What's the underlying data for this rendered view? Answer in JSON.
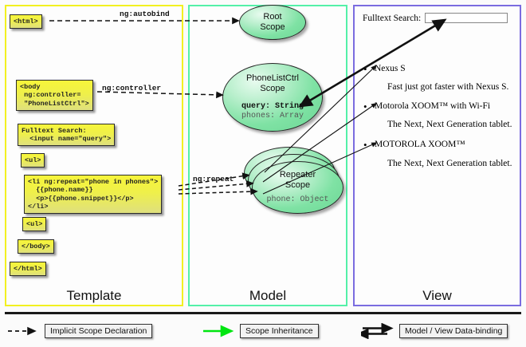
{
  "columns": [
    {
      "key": "template",
      "label": "Template",
      "color": "#f2f020"
    },
    {
      "key": "model",
      "label": "Model",
      "color": "#54f0a8"
    },
    {
      "key": "view",
      "label": "View",
      "color": "#7a6ce0"
    }
  ],
  "template": {
    "boxes": [
      {
        "name": "html-open",
        "text": "<html>"
      },
      {
        "name": "body-open",
        "text": "<body\n ng:controller=\n \"PhoneListCtrl\">"
      },
      {
        "name": "fulltext-search",
        "text": "Fulltext Search:\n  <input name=\"query\">"
      },
      {
        "name": "ul-open",
        "text": "<ul>"
      },
      {
        "name": "li-repeat",
        "text": "<li ng:repeat=\"phone in phones\">\n  {{phone.name}}\n  <p>{{phone.snippet}}</p>\n</li>"
      },
      {
        "name": "ul-close",
        "text": "<ul>"
      },
      {
        "name": "body-close",
        "text": "</body>"
      },
      {
        "name": "html-close",
        "text": "</html>"
      }
    ]
  },
  "model": {
    "root_scope": {
      "title_line1": "Root",
      "title_line2": "Scope"
    },
    "phonelistctrl_scope": {
      "title_line1": "PhoneListCtrl",
      "title_line2": "Scope",
      "prop_query": "query: String",
      "prop_phones": "phones: Array"
    },
    "repeater_scope": {
      "title_line1": "Repeater",
      "title_line2": "Scope",
      "prop_phone": "phone: Object"
    }
  },
  "view": {
    "search_label": "Fulltext Search:",
    "search_value": "",
    "search_placeholder": "",
    "items": [
      {
        "name": "Nexus S",
        "desc": "Fast just got faster with Nexus S."
      },
      {
        "name": "Motorola XOOM™  with Wi-Fi",
        "desc": "The Next, Next Generation tablet."
      },
      {
        "name": "MOTOROLA XOOM™",
        "desc": "The Next, Next Generation tablet."
      }
    ],
    "bullet": "•"
  },
  "edge_labels": {
    "autobind": "ng:autobind",
    "controller": "ng:controller",
    "repeat": "ng:repeat"
  },
  "legend": [
    {
      "name": "implicit-scope-declaration",
      "label": "Implicit Scope Declaration",
      "style": "dashed-arrow",
      "color": "#111111"
    },
    {
      "name": "scope-inheritance",
      "label": "Scope Inheritance",
      "style": "solid-arrow",
      "color": "#00e510"
    },
    {
      "name": "model-view-data-binding",
      "label": "Model / View Data-binding",
      "style": "double-arrow",
      "color": "#111111"
    }
  ]
}
